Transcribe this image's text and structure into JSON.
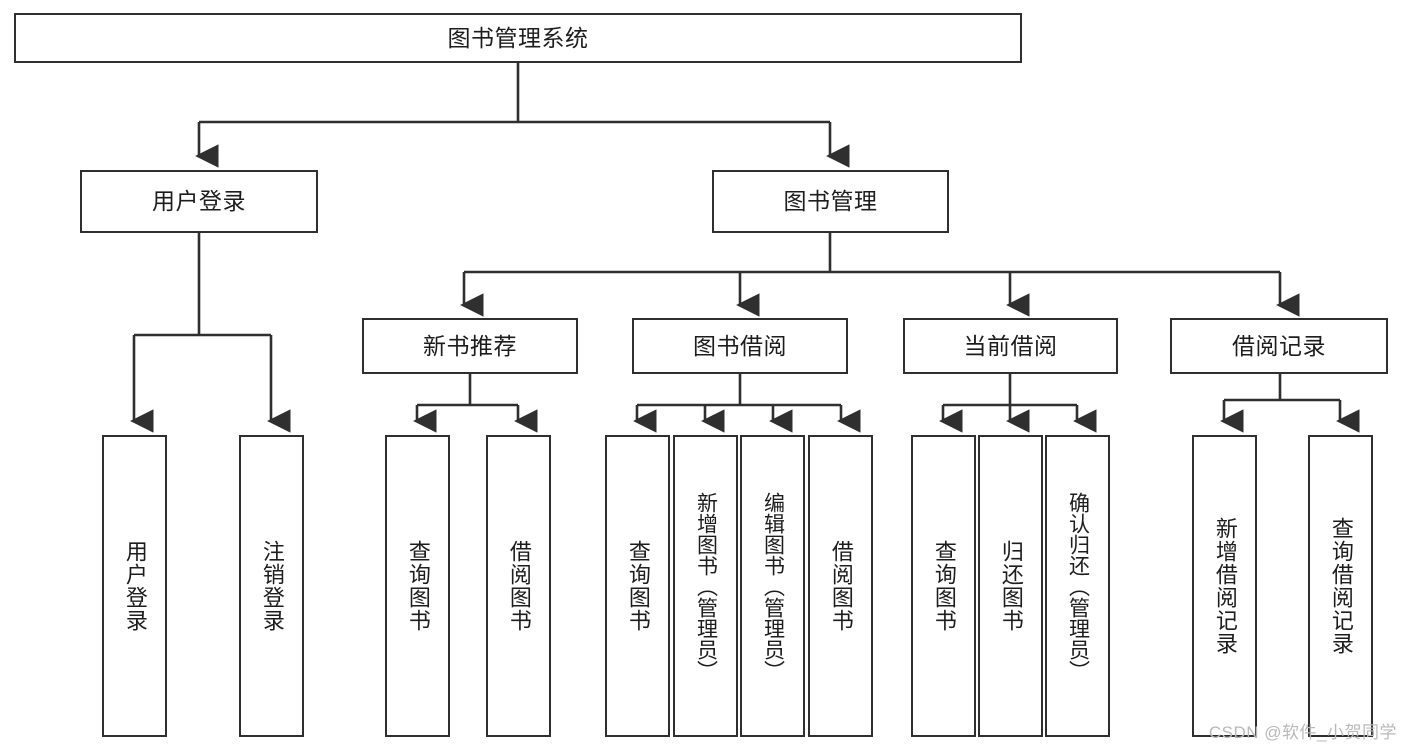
{
  "diagram": {
    "title": "图书管理系统",
    "watermark": "CSDN @软件_小贺同学",
    "colors": {
      "box_border": "#2f2f2f",
      "box_fill": "#ffffff",
      "edge": "#2f2f2f",
      "text": "#1d1d1d",
      "watermark": "#b9b9b9"
    },
    "root": {
      "label": "图书管理系统"
    },
    "level2": [
      {
        "label": "用户登录"
      },
      {
        "label": "图书管理"
      }
    ],
    "level3": [
      {
        "label": "新书推荐"
      },
      {
        "label": "图书借阅"
      },
      {
        "label": "当前借阅"
      },
      {
        "label": "借阅记录"
      }
    ],
    "leaves": {
      "user_login": [
        {
          "label": "用户登录"
        },
        {
          "label": "注销登录"
        }
      ],
      "new_book": [
        {
          "label": "查询图书"
        },
        {
          "label": "借阅图书"
        }
      ],
      "book_borrow": [
        {
          "label": "查询图书"
        },
        {
          "label": "新增图书（管理员）"
        },
        {
          "label": "编辑图书（管理员）"
        },
        {
          "label": "借阅图书"
        }
      ],
      "current_borrow": [
        {
          "label": "查询图书"
        },
        {
          "label": "归还图书"
        },
        {
          "label": "确认归还（管理员）"
        }
      ],
      "borrow_record": [
        {
          "label": "新增借阅记录"
        },
        {
          "label": "查询借阅记录"
        }
      ]
    }
  }
}
